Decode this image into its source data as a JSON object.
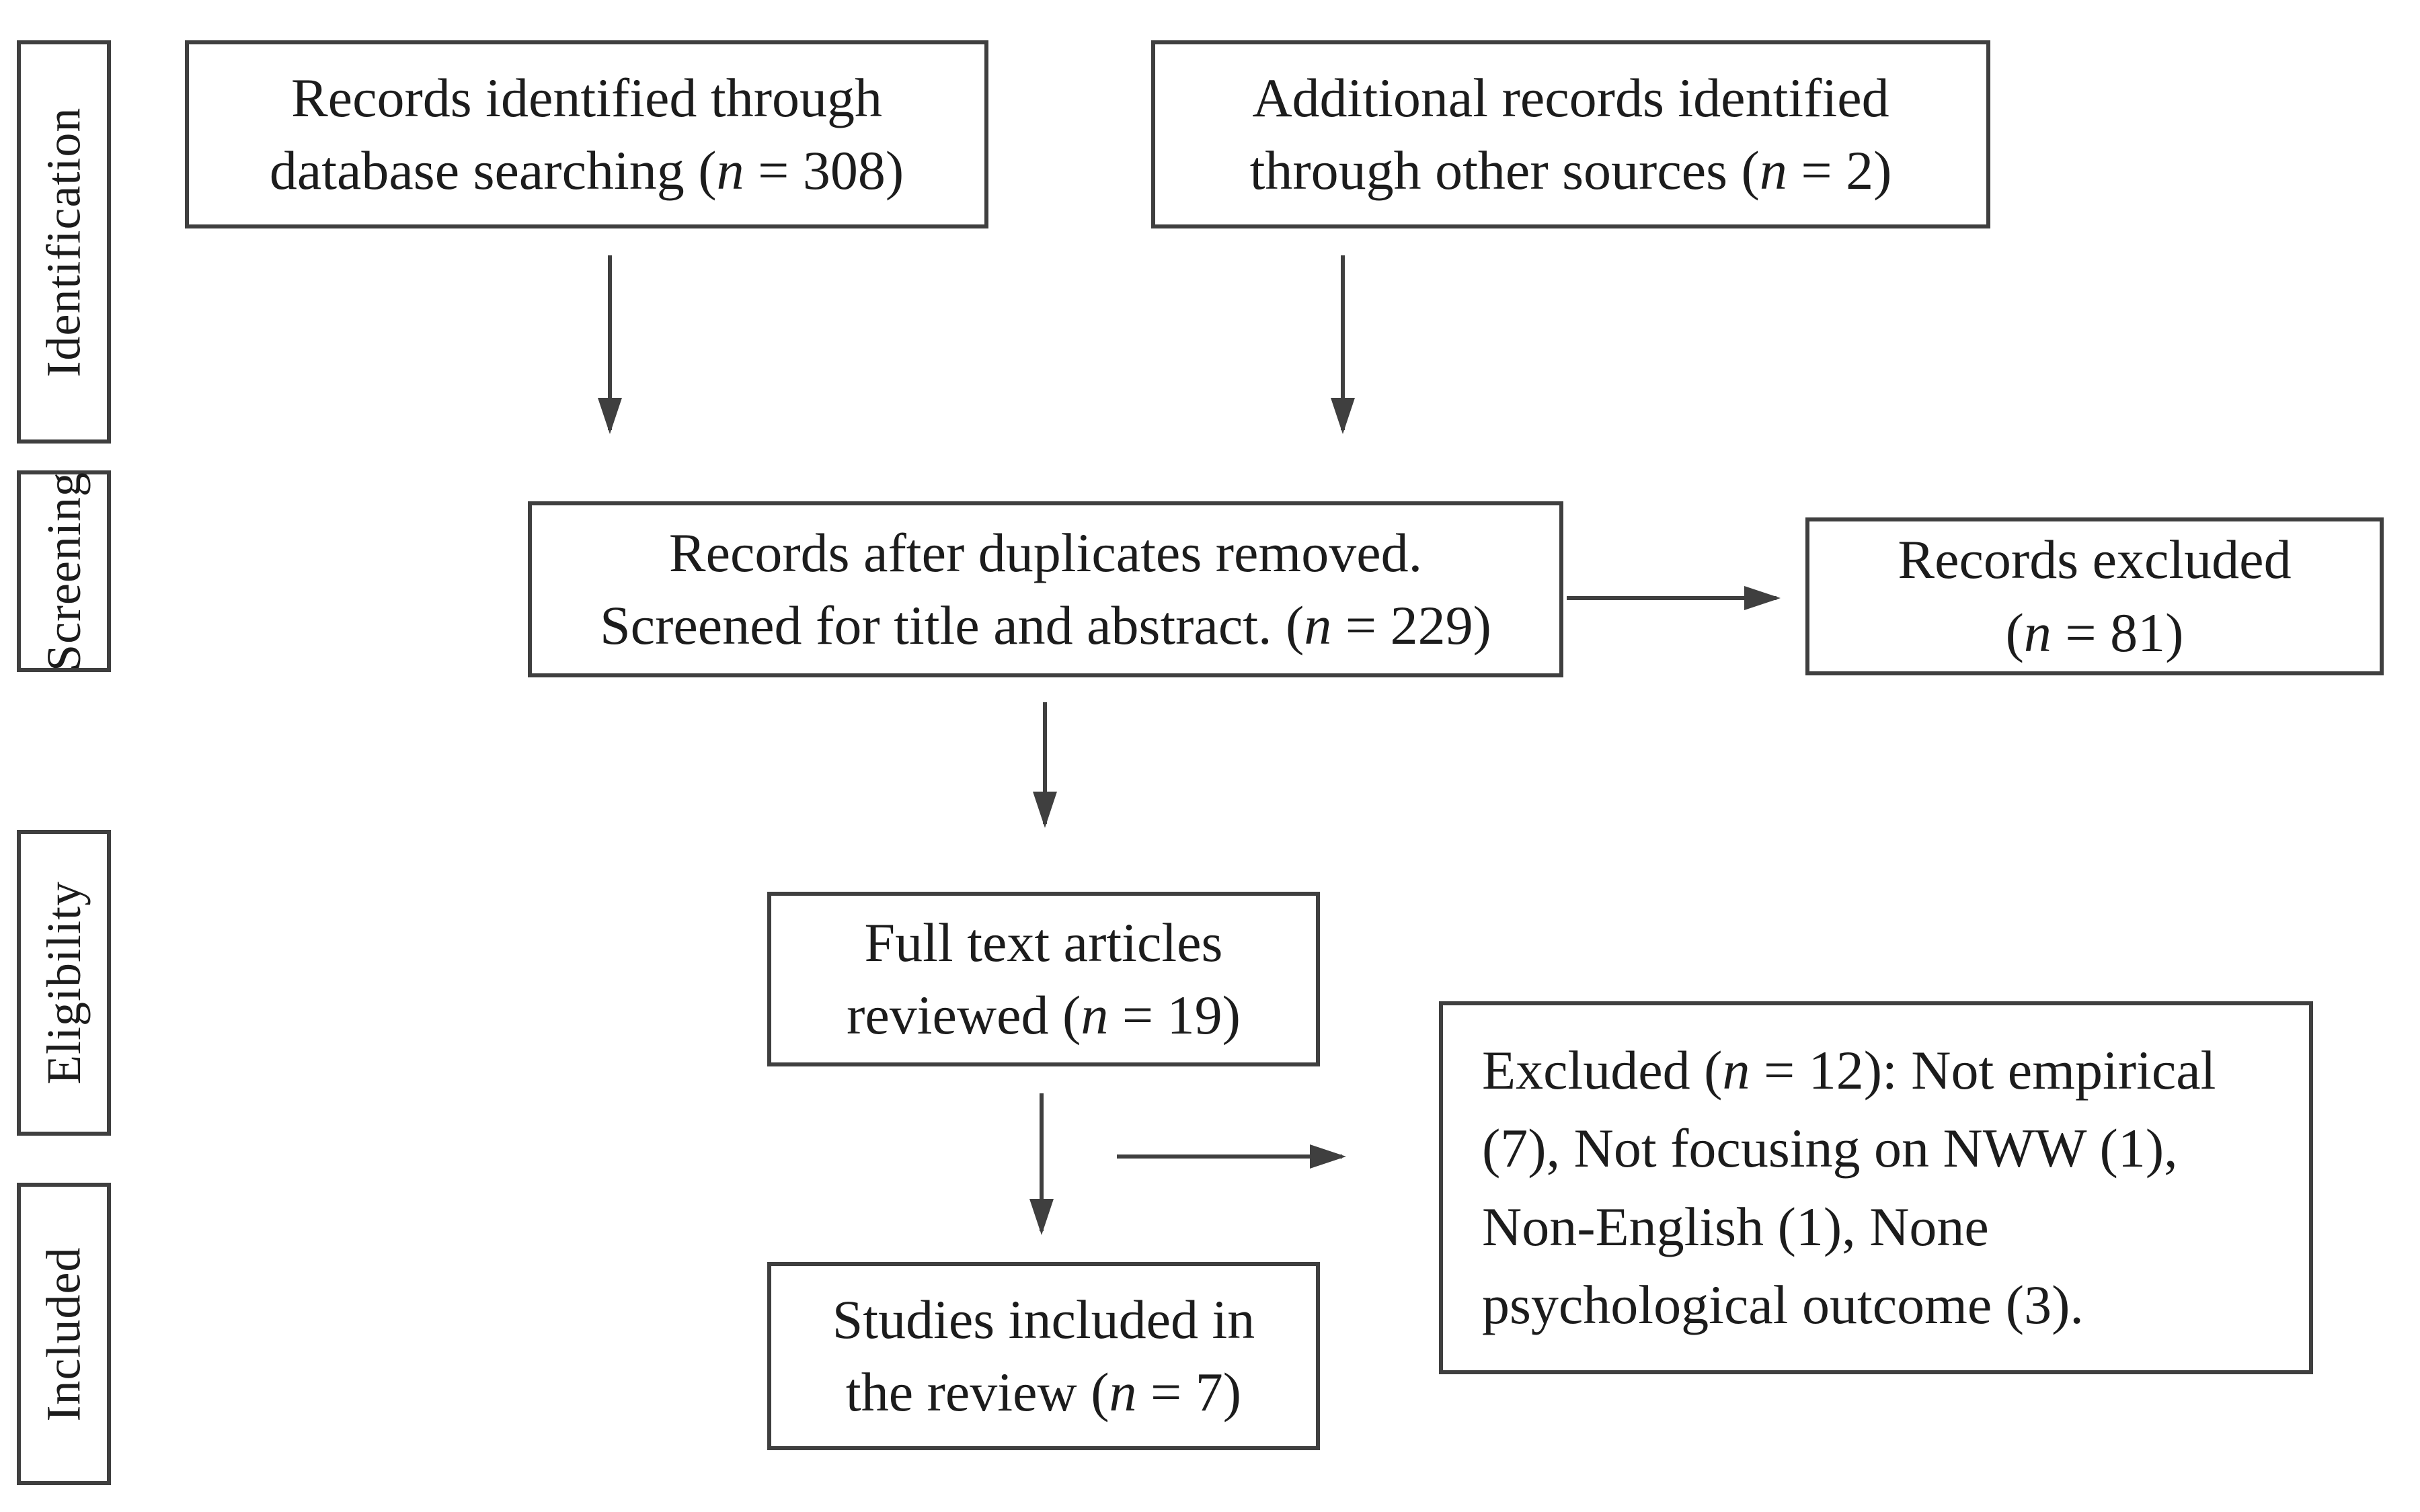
{
  "diagram": {
    "title": "PRISMA study selection flow diagram",
    "background": "#ffffff",
    "line_color": "#3f3f3f",
    "text_color": "#1c1c1c"
  },
  "sidebar": {
    "labels": [
      {
        "text": "Identification"
      },
      {
        "text": "Screening"
      },
      {
        "text": "Eligibility"
      },
      {
        "text": "Included"
      }
    ]
  },
  "boxes": {
    "identified": {
      "lines": [
        [
          {
            "t": "Records identified through"
          }
        ],
        [
          {
            "t": "database searching ("
          },
          {
            "t": "n",
            "i": true
          },
          {
            "t": " = 308)"
          }
        ]
      ]
    },
    "additional": {
      "lines": [
        [
          {
            "t": "Additional records identified"
          }
        ],
        [
          {
            "t": "through other sources ("
          },
          {
            "t": "n",
            "i": true
          },
          {
            "t": " = 2)"
          }
        ]
      ]
    },
    "deduplicated": {
      "lines": [
        [
          {
            "t": "Records after duplicates removed."
          }
        ],
        [
          {
            "t": "Screened for title and abstract. ("
          },
          {
            "t": "n",
            "i": true
          },
          {
            "t": " = 229)"
          }
        ]
      ]
    },
    "records_excluded": {
      "lines": [
        [
          {
            "t": "Records excluded"
          }
        ],
        [
          {
            "t": "("
          },
          {
            "t": "n",
            "i": true
          },
          {
            "t": " = 81)"
          }
        ]
      ]
    },
    "full_text": {
      "lines": [
        [
          {
            "t": "Full text articles"
          }
        ],
        [
          {
            "t": "reviewed ("
          },
          {
            "t": "n",
            "i": true
          },
          {
            "t": " = 19)"
          }
        ]
      ]
    },
    "full_text_excluded": {
      "lines": [
        [
          {
            "t": "Excluded ("
          },
          {
            "t": "n",
            "i": true
          },
          {
            "t": " = 12): Not empirical"
          }
        ],
        [
          {
            "t": "(7), Not focusing on NWW (1),"
          }
        ],
        [
          {
            "t": "Non-English (1), None"
          }
        ],
        [
          {
            "t": "psychological outcome (3)."
          }
        ]
      ]
    },
    "included_studies": {
      "lines": [
        [
          {
            "t": "Studies included in"
          }
        ],
        [
          {
            "t": "the review ("
          },
          {
            "t": "n",
            "i": true
          },
          {
            "t": " = 7)"
          }
        ]
      ]
    }
  }
}
